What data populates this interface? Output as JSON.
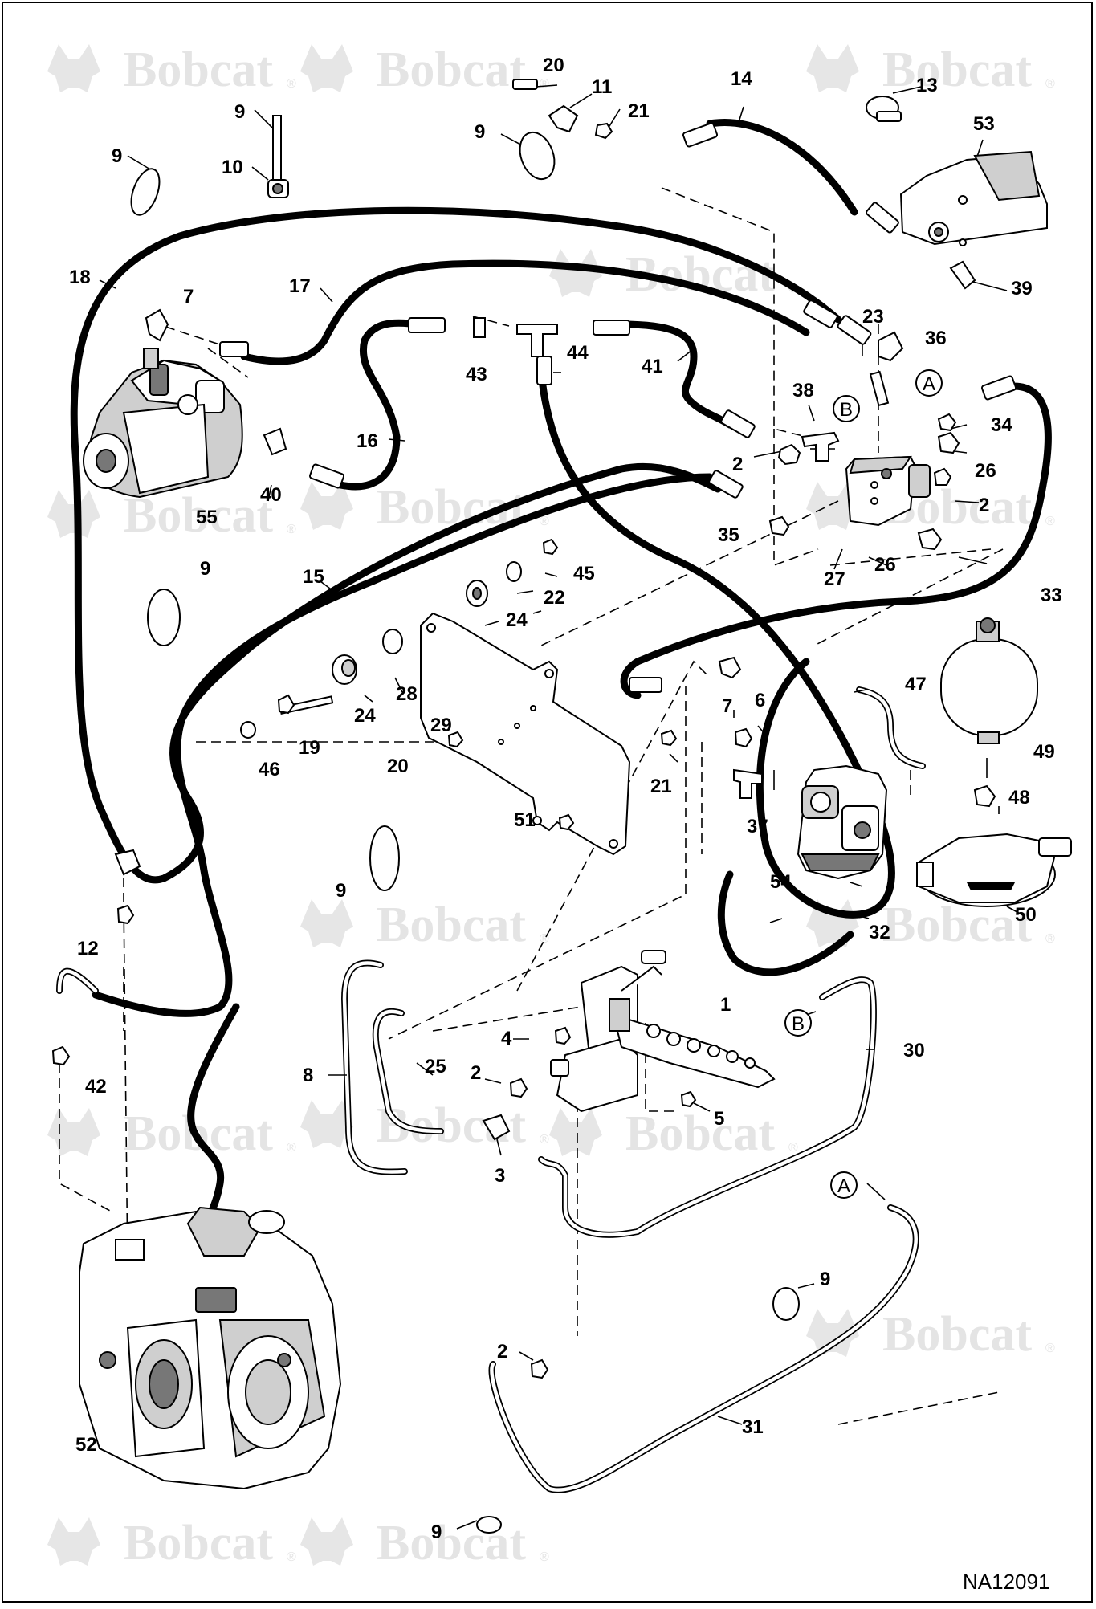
{
  "watermark": {
    "brand": "Bobcat",
    "mark": "®"
  },
  "reference_code": "NA12091",
  "callouts": [
    {
      "id": "c1",
      "text": "1"
    },
    {
      "id": "c2a",
      "text": "2"
    },
    {
      "id": "c2b",
      "text": "2"
    },
    {
      "id": "c2c",
      "text": "2"
    },
    {
      "id": "c2d",
      "text": "2"
    },
    {
      "id": "c3",
      "text": "3"
    },
    {
      "id": "c4",
      "text": "4"
    },
    {
      "id": "c5",
      "text": "5"
    },
    {
      "id": "c6",
      "text": "6"
    },
    {
      "id": "c7a",
      "text": "7"
    },
    {
      "id": "c7b",
      "text": "7"
    },
    {
      "id": "c8",
      "text": "8"
    },
    {
      "id": "c9a",
      "text": "9"
    },
    {
      "id": "c9b",
      "text": "9"
    },
    {
      "id": "c9c",
      "text": "9"
    },
    {
      "id": "c9d",
      "text": "9"
    },
    {
      "id": "c9e",
      "text": "9"
    },
    {
      "id": "c9f",
      "text": "9"
    },
    {
      "id": "c9g",
      "text": "9"
    },
    {
      "id": "c10",
      "text": "10"
    },
    {
      "id": "c11",
      "text": "11"
    },
    {
      "id": "c12",
      "text": "12"
    },
    {
      "id": "c13",
      "text": "13"
    },
    {
      "id": "c14",
      "text": "14"
    },
    {
      "id": "c15",
      "text": "15"
    },
    {
      "id": "c16",
      "text": "16"
    },
    {
      "id": "c17",
      "text": "17"
    },
    {
      "id": "c18",
      "text": "18"
    },
    {
      "id": "c19",
      "text": "19"
    },
    {
      "id": "c20a",
      "text": "20"
    },
    {
      "id": "c20b",
      "text": "20"
    },
    {
      "id": "c21a",
      "text": "21"
    },
    {
      "id": "c21b",
      "text": "21"
    },
    {
      "id": "c22",
      "text": "22"
    },
    {
      "id": "c23",
      "text": "23"
    },
    {
      "id": "c24a",
      "text": "24"
    },
    {
      "id": "c24b",
      "text": "24"
    },
    {
      "id": "c25",
      "text": "25"
    },
    {
      "id": "c26a",
      "text": "26"
    },
    {
      "id": "c26b",
      "text": "26"
    },
    {
      "id": "c27",
      "text": "27"
    },
    {
      "id": "c28",
      "text": "28"
    },
    {
      "id": "c29",
      "text": "29"
    },
    {
      "id": "c30",
      "text": "30"
    },
    {
      "id": "c31",
      "text": "31"
    },
    {
      "id": "c32",
      "text": "32"
    },
    {
      "id": "c33",
      "text": "33"
    },
    {
      "id": "c34",
      "text": "34"
    },
    {
      "id": "c35",
      "text": "35"
    },
    {
      "id": "c36",
      "text": "36"
    },
    {
      "id": "c37",
      "text": "37"
    },
    {
      "id": "c38",
      "text": "38"
    },
    {
      "id": "c39",
      "text": "39"
    },
    {
      "id": "c40",
      "text": "40"
    },
    {
      "id": "c41",
      "text": "41"
    },
    {
      "id": "c42",
      "text": "42"
    },
    {
      "id": "c43",
      "text": "43"
    },
    {
      "id": "c44",
      "text": "44"
    },
    {
      "id": "c45",
      "text": "45"
    },
    {
      "id": "c46",
      "text": "46"
    },
    {
      "id": "c47",
      "text": "47"
    },
    {
      "id": "c48",
      "text": "48"
    },
    {
      "id": "c49",
      "text": "49"
    },
    {
      "id": "c50",
      "text": "50"
    },
    {
      "id": "c51",
      "text": "51"
    },
    {
      "id": "c52",
      "text": "52"
    },
    {
      "id": "c53",
      "text": "53"
    },
    {
      "id": "c54",
      "text": "54"
    },
    {
      "id": "c55",
      "text": "55"
    }
  ],
  "connection_markers": [
    {
      "id": "mA1",
      "text": "A"
    },
    {
      "id": "mA2",
      "text": "A"
    },
    {
      "id": "mB1",
      "text": "B"
    },
    {
      "id": "mB2",
      "text": "B"
    }
  ]
}
